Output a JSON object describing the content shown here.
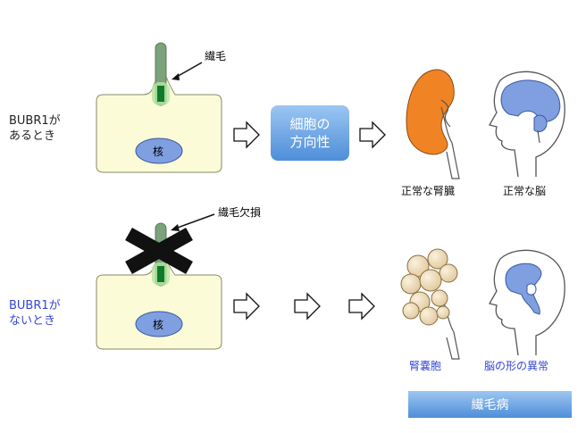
{
  "rows": {
    "with": {
      "label": "BUBR1が\nあるとき",
      "nucleus": "核",
      "cilium_label": "繊毛",
      "result_box": "細胞の\n方向性"
    },
    "without": {
      "label": "BUBR1が\nないとき",
      "nucleus": "核",
      "cilium_label": "繊毛欠損"
    }
  },
  "outcomes": {
    "normal_kidney": "正常な腎臓",
    "normal_brain": "正常な脳",
    "cystic_kidney": "腎嚢胞",
    "abnormal_brain": "脳の形の異常"
  },
  "disease_box": "繊毛病",
  "colors": {
    "cell_fill": "#fbfbd7",
    "nucleus": "#7f9fe1",
    "cilium": "#7ba27b",
    "cilium_base": "#0f7a2a",
    "kidney_normal": "#f08424",
    "brain_fill": "#7f9fe1",
    "box_fill": "#6aa4e3",
    "blue_text": "#3546d9",
    "cyst_fill": "#f2dfc0"
  },
  "icons": [
    "right-arrow-icon",
    "x-mark-icon",
    "kidney-icon",
    "head-profile-icon"
  ]
}
